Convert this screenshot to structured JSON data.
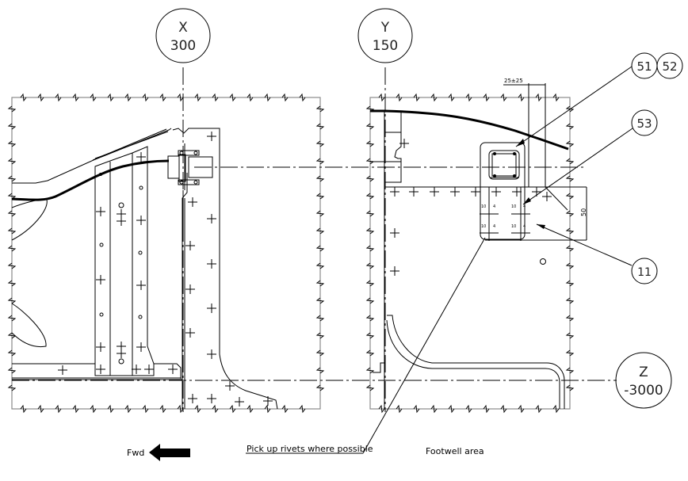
{
  "drawing": {
    "datums": [
      {
        "axis": "X",
        "value": "300"
      },
      {
        "axis": "Y",
        "value": "150"
      },
      {
        "axis": "Z",
        "value": "-3000"
      }
    ],
    "balloons": [
      "51",
      "52",
      "53",
      "11"
    ],
    "dimensions": {
      "horizontal": "25±25",
      "vertical": "50"
    },
    "notes": {
      "fwd": "Fwd",
      "rivets": "Pick up rivets where possible",
      "footwell": "Footwell area"
    },
    "grid_labels": [
      "10",
      "4",
      "10",
      "4",
      "10",
      "4",
      "10",
      "4"
    ]
  }
}
